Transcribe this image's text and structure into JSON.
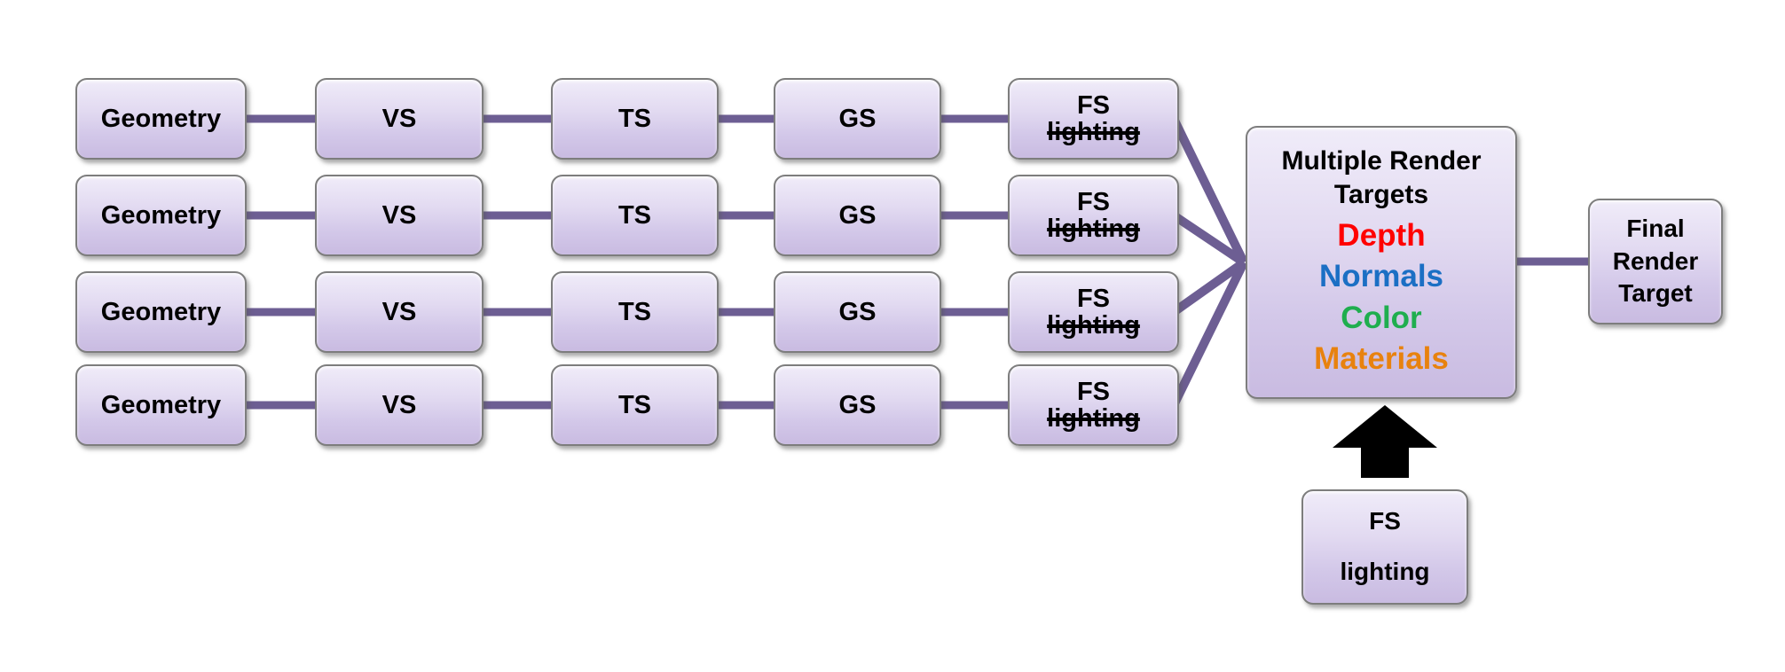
{
  "pipeline": {
    "row_count": 4,
    "columns": [
      {
        "label": "Geometry"
      },
      {
        "label": "VS"
      },
      {
        "label": "TS"
      },
      {
        "label": "GS"
      },
      {
        "label": "FS",
        "label2": "lighting",
        "strikethrough": true
      }
    ]
  },
  "mrt": {
    "title": "Multiple Render Targets",
    "items": [
      {
        "label": "Depth",
        "color": "#ff0000"
      },
      {
        "label": "Normals",
        "color": "#1b6fc4"
      },
      {
        "label": "Color",
        "color": "#1fae4e"
      },
      {
        "label": "Materials",
        "color": "#e8820e"
      }
    ]
  },
  "final_target": {
    "label": "Final Render Target"
  },
  "fs_lighting_box": {
    "line1": "FS",
    "line2": "lighting"
  },
  "colors": {
    "connector": "#6d5e93",
    "arrow": "#000000",
    "box_border": "#7d7d7d",
    "background": "#ffffff"
  }
}
